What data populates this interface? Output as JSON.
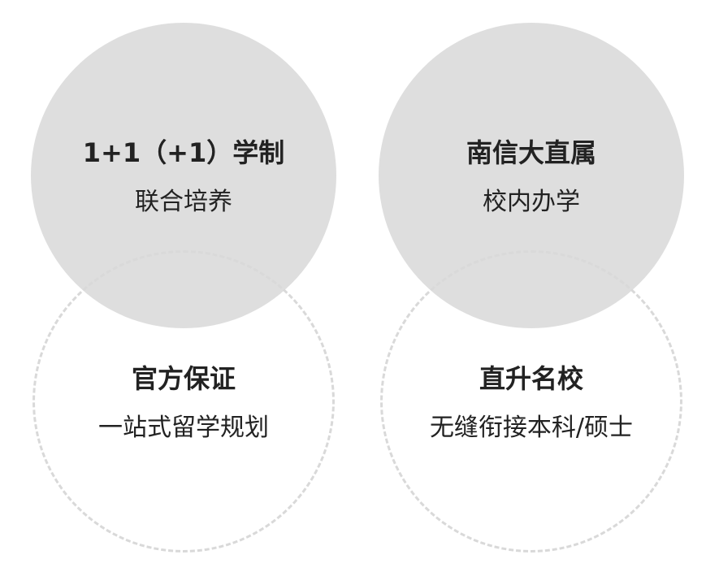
{
  "diagram": {
    "nodes": [
      {
        "id": "top-left",
        "title": "1+1（+1）学制",
        "subtitle": "联合培养",
        "style": "filled"
      },
      {
        "id": "top-right",
        "title": "南信大直属",
        "subtitle": "校内办学",
        "style": "filled"
      },
      {
        "id": "bottom-left",
        "title": "官方保证",
        "subtitle": "一站式留学规划",
        "style": "dashed"
      },
      {
        "id": "bottom-right",
        "title": "直升名校",
        "subtitle": "无缝衔接本科/硕士",
        "style": "dashed"
      }
    ],
    "colors": {
      "filled_circle": "#d1d1d1",
      "dashed_outline": "#d9d9d9",
      "text": "#222222",
      "background": "#ffffff"
    }
  }
}
